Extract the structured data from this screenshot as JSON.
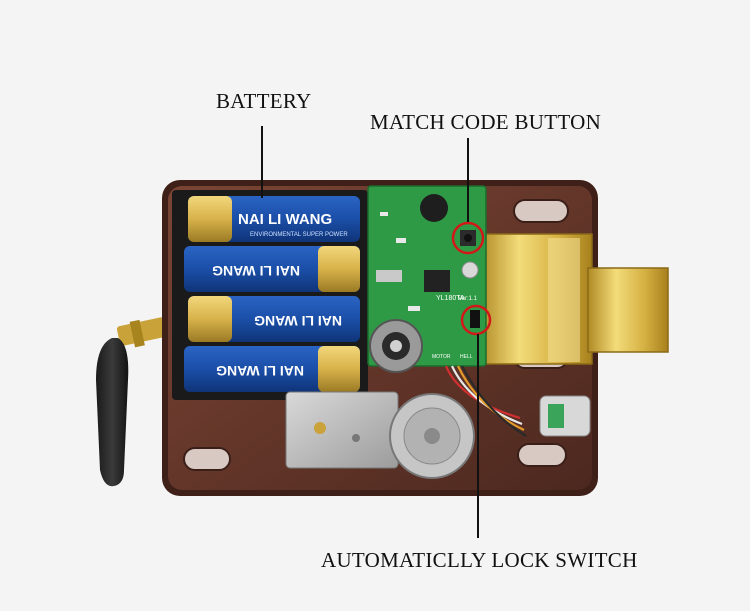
{
  "labels": {
    "battery": "BATTERY",
    "match_code_button": "MATCH CODE BUTTON",
    "auto_lock_switch": "AUTOMATICLLY LOCK SWITCH"
  },
  "battery_brand": "NAI LI WANG",
  "battery_subtitle": "ENVIRONMENTAL SUPER POWER",
  "pcb_model": "YL180TA",
  "pcb_version": "Ver:1.1",
  "pcb_motor_label": "MOTOR",
  "pcb_hell_label": "HELL",
  "colors": {
    "lock_body": "#6b3a2e",
    "battery_blue": "#1b4fa8",
    "battery_gold": "#d8b24a",
    "pcb_green": "#2f9a45",
    "bolt_gold": "#d9b845",
    "highlight_red": "#d21818"
  }
}
